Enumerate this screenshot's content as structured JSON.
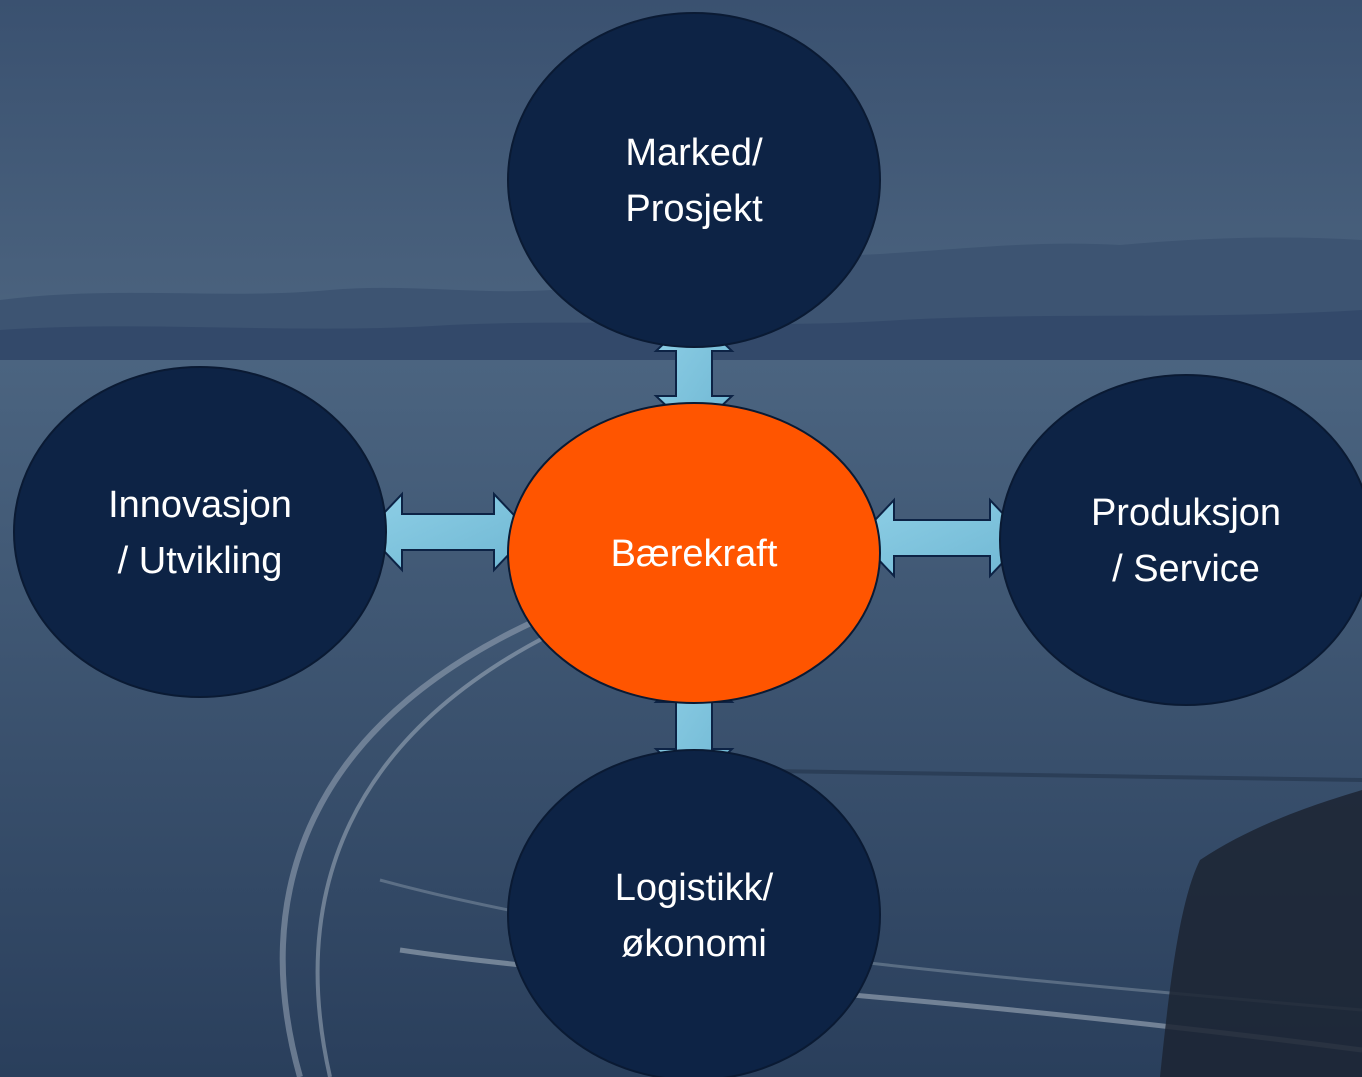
{
  "diagram": {
    "center": {
      "id": "center",
      "lines": [
        "Bærekraft"
      ],
      "color": "#ff5500"
    },
    "nodes": [
      {
        "id": "top",
        "lines": [
          "Marked/",
          "Prosjekt"
        ]
      },
      {
        "id": "left",
        "lines": [
          "Innovasjon",
          "/ Utvikling"
        ]
      },
      {
        "id": "right",
        "lines": [
          "Produksjon",
          "/ Service"
        ]
      },
      {
        "id": "bottom",
        "lines": [
          "Logistikk/",
          "økonomi"
        ]
      }
    ],
    "node_color": "#0d2345",
    "arrow_color": "#8ecfe6",
    "arrows": [
      {
        "from": "center",
        "to": "top",
        "bidirectional": true
      },
      {
        "from": "center",
        "to": "left",
        "bidirectional": true
      },
      {
        "from": "center",
        "to": "right",
        "bidirectional": true
      },
      {
        "from": "center",
        "to": "bottom",
        "bidirectional": true
      }
    ]
  },
  "background": {
    "description_icon": "aquaculture-photo-background",
    "sky_color": "#3a5170",
    "sea_color": "#2b4263"
  }
}
